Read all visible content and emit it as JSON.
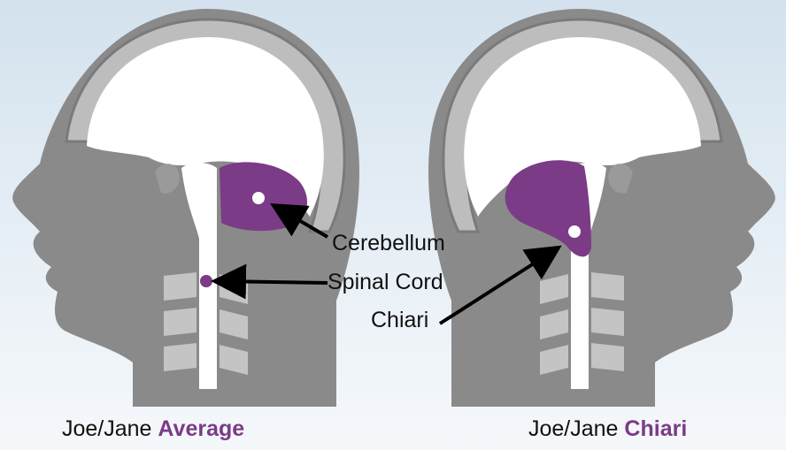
{
  "labels": {
    "cerebellum": "Cerebellum",
    "spinal_cord": "Spinal Cord",
    "chiari": "Chiari"
  },
  "captions": {
    "left_prefix": "Joe/Jane ",
    "left_emphasis": "Average",
    "right_prefix": "Joe/Jane ",
    "right_emphasis": "Chiari"
  },
  "colors": {
    "head": "#8a8a8a",
    "skull": "#bdbdbd",
    "skull_edge": "#7a7a7a",
    "brain_space": "#ffffff",
    "cerebellum": "#7b3b86",
    "vertebra": "#c4c4c4",
    "arrow": "#000000",
    "emphasis": "#7b3b86"
  }
}
